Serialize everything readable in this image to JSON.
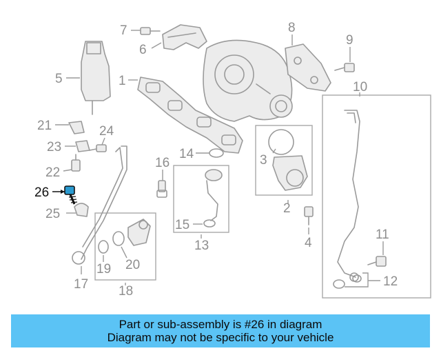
{
  "callouts": {
    "c1": "1",
    "c2": "2",
    "c3": "3",
    "c4": "4",
    "c5": "5",
    "c6": "6",
    "c7": "7",
    "c8": "8",
    "c9": "9",
    "c10": "10",
    "c11": "11",
    "c12": "12",
    "c13": "13",
    "c14": "14",
    "c15": "15",
    "c16": "16",
    "c17": "17",
    "c18": "18",
    "c19": "19",
    "c20": "20",
    "c21": "21",
    "c22": "22",
    "c23": "23",
    "c24": "24",
    "c25": "25",
    "c26": "26"
  },
  "highlighted_part": "26",
  "colors": {
    "banner_bg": "#5bc3f5",
    "highlight": "#111111",
    "line_art": "#9a9a9a"
  },
  "banner": {
    "line1": "Part or sub-assembly is #26 in diagram",
    "line2": "Diagram may not be specific to your vehicle"
  }
}
